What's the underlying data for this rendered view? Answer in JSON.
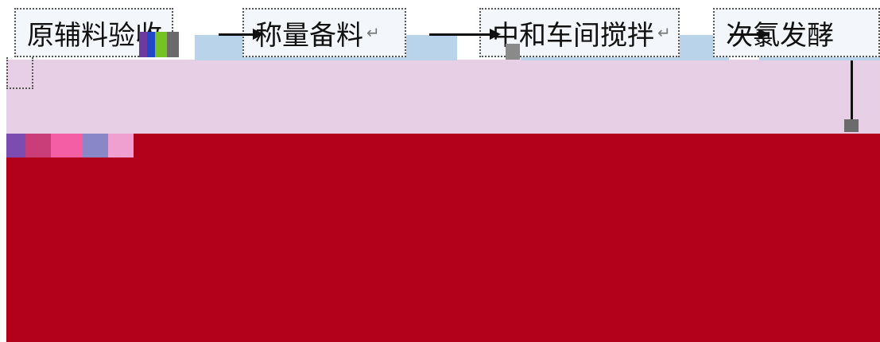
{
  "diagram": {
    "steps": [
      {
        "label": "原辅料验收"
      },
      {
        "label": "称量备料",
        "mark": "↵"
      },
      {
        "label": "中和车间搅拌",
        "mark": "↵"
      },
      {
        "label": "次氯发酵"
      }
    ],
    "colors": {
      "pink_band": "#e7cfe6",
      "red_band": "#b3001b",
      "box_blue": "#b9d4ea",
      "arrow": "#111111"
    }
  }
}
